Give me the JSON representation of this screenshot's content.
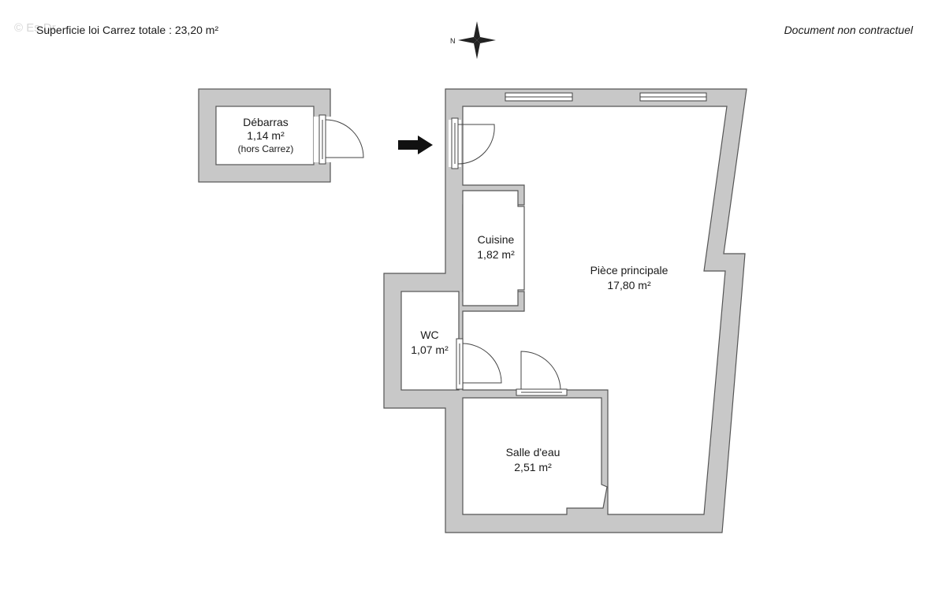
{
  "header": {
    "surface_total": "Superficie loi Carrez totale :  23,20 m²",
    "disclaimer": "Document non contractuel",
    "watermark": "© Es Dr"
  },
  "compass": {
    "north_letter": "N"
  },
  "rooms": {
    "debarras": {
      "name": "Débarras",
      "area": "1,14 m²",
      "note": "(hors Carrez)"
    },
    "cuisine": {
      "name": "Cuisine",
      "area": "1,82 m²"
    },
    "piece_principale": {
      "name": "Pièce principale",
      "area": "17,80 m²"
    },
    "wc": {
      "name": "WC",
      "area": "1,07 m²"
    },
    "salle_eau": {
      "name": "Salle d'eau",
      "area": "2,51 m²"
    }
  },
  "colors": {
    "wall": "#c8c8c8",
    "wall_outline": "#555555",
    "room_fill": "#ffffff"
  },
  "entrance": {
    "icon": "entrance-arrow-icon"
  }
}
